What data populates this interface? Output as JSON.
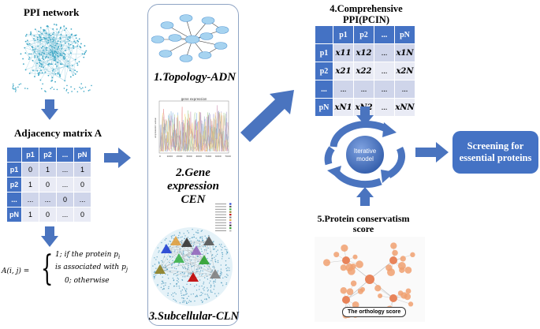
{
  "ppi_network": {
    "title": "PPI network"
  },
  "adjacency": {
    "title": "Adjacency matrix A",
    "header": [
      "",
      "p1",
      "p2",
      "...",
      "pN"
    ],
    "rows": [
      [
        "p1",
        "0",
        "1",
        "...",
        "1"
      ],
      [
        "p2",
        "1",
        "0",
        "...",
        "0"
      ],
      [
        "...",
        "...",
        "...",
        "0",
        "..."
      ],
      [
        "pN",
        "1",
        "0",
        "...",
        "0"
      ]
    ]
  },
  "formula": {
    "lhs": "A(i, j) =",
    "line1": "1; if the protein p",
    "line1_sub": "i",
    "line2": "is associated with p",
    "line2_sub": "j",
    "line3": "0; otherwise"
  },
  "panel": {
    "topology_label": "1.Topology-ADN",
    "gene_label_1": "2.Gene expression",
    "gene_label_2": "CEN",
    "subcellular_label": "3.Subcellular-CLN",
    "gene_chart_title": "gene expression",
    "gene_chart_ylabel": "expression value",
    "gene_chart_xticks": [
      "0",
      "1000",
      "2000",
      "3000",
      "4000",
      "5000",
      "6000",
      "7000"
    ]
  },
  "pcin": {
    "title_1": "4.Comprehensive",
    "title_2": "PPI(PCIN)",
    "header": [
      "",
      "p1",
      "p2",
      "...",
      "pN"
    ],
    "rows": [
      [
        "p1",
        "x11",
        "x12",
        "...",
        "x1N"
      ],
      [
        "p2",
        "x21",
        "x22",
        "...",
        "x2N"
      ],
      [
        "...",
        "...",
        "...",
        "...",
        "..."
      ],
      [
        "pN",
        "xN1",
        "xN2",
        "...",
        "xNN"
      ]
    ]
  },
  "iterative": {
    "line1": "Iterative",
    "line2": "model"
  },
  "screening": {
    "line1": "Screening for",
    "line2": "essential proteins"
  },
  "conservatism": {
    "title_1": "5.Protein conservatism",
    "title_2": "score",
    "badge": "The orthology score"
  },
  "colors": {
    "accent_blue": "#4472c4",
    "arrow_blue": "#4a74bf",
    "network_teal": "#3fa8c6",
    "orthology_orange": "#f0a070"
  }
}
